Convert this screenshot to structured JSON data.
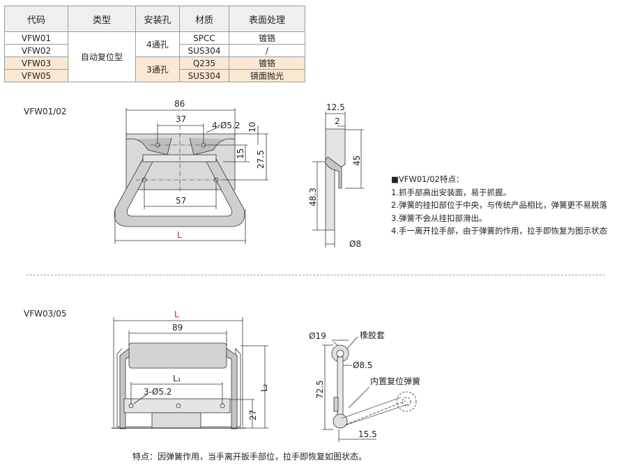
{
  "table": {
    "headers": [
      "代码",
      "类型",
      "安装孔",
      "材质",
      "表面处理"
    ],
    "codes": [
      "VFW01",
      "VFW02",
      "VFW03",
      "VFW05"
    ],
    "type": "自动复位型",
    "holes": [
      "4通孔",
      "3通孔"
    ],
    "materials": [
      "SPCC",
      "SUS304",
      "Q235",
      "SUS304"
    ],
    "finishes": [
      "镀铬",
      "/",
      "镀铬",
      "镜面抛光"
    ]
  },
  "section1": {
    "label": "VFW01/02",
    "dims": {
      "d86": "86",
      "d37": "37",
      "holes": "4-Ø5.2",
      "d10": "10",
      "d15": "15",
      "d27_5": "27.5",
      "d57": "57",
      "L": "L",
      "d12_5": "12.5",
      "d2": "2",
      "d45": "45",
      "d48_3": "48.3",
      "d8": "Ø8"
    },
    "notes_title": "■VFW01/02特点：",
    "notes": [
      "1.抓手部高出安装面，易于抓握。",
      "2.弹簧的挂扣部位于中央，与传统产品相比，弹簧更不易脱落",
      "3.弹簧不会从挂扣部滑出。",
      "4.手一离开拉手部，由于弹簧的作用，拉手即恢复为图示状态"
    ]
  },
  "section2": {
    "label": "VFW03/05",
    "dims": {
      "L": "L",
      "d89": "89",
      "L1": "L₁",
      "holes": "3-Ø5.2",
      "L2": "L₂",
      "d27": "27",
      "d19": "Ø19",
      "rubber": "橡胶套",
      "d8_5": "Ø8.5",
      "spring": "内置复位弹簧",
      "d72_5": "72.5",
      "d15_5": "15.5"
    },
    "footer": "特点：因弹簧作用，当手离开扳手部位，拉手即恢复如图状态。"
  },
  "colors": {
    "accent_red": "#d9241c",
    "highlight": "#fbe8d3",
    "part_gray": "#c8c8c8",
    "line": "#333333"
  }
}
